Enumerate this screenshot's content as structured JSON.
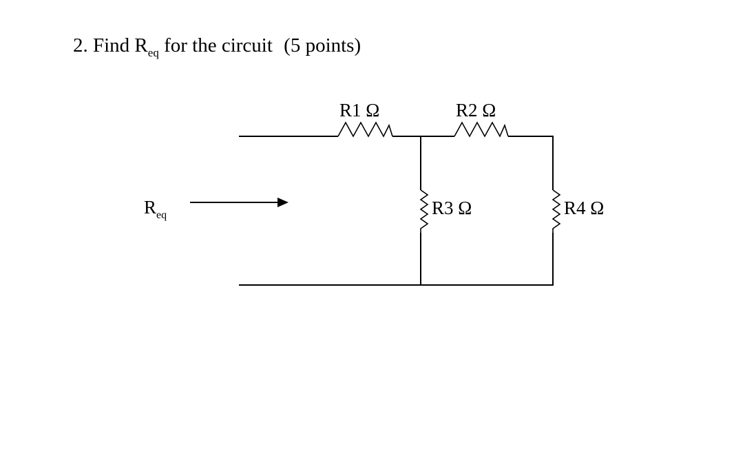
{
  "question": {
    "number": "2.",
    "text_before": "Find R",
    "subscript": "eq",
    "text_after": " for the circuit",
    "points": "(5 points)"
  },
  "circuit": {
    "req_label": {
      "main": "R",
      "sub": "eq"
    },
    "resistors": [
      {
        "id": "R1",
        "label": "R1 Ω"
      },
      {
        "id": "R2",
        "label": "R2 Ω"
      },
      {
        "id": "R3",
        "label": "R3 Ω"
      },
      {
        "id": "R4",
        "label": "R4 Ω"
      }
    ]
  }
}
